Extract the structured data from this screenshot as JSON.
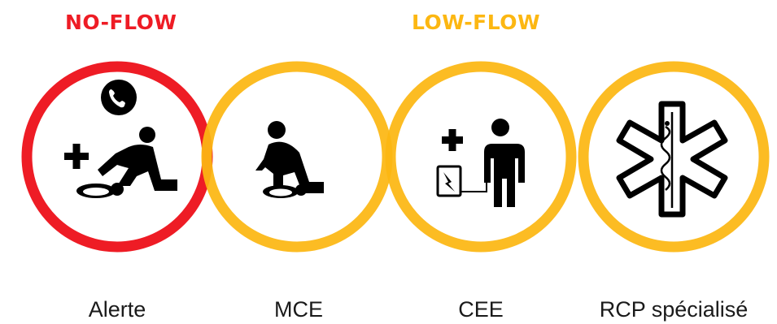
{
  "headings": {
    "no_flow": "NO-FLOW",
    "low_flow": "LOW-FLOW"
  },
  "steps": [
    {
      "label": "Alerte",
      "icon": "phone-cpr-icon",
      "ring_color": "#ee1c25"
    },
    {
      "label": "MCE",
      "icon": "chest-compression-icon",
      "ring_color": "#fcb712"
    },
    {
      "label": "CEE",
      "icon": "defibrillator-icon",
      "ring_color": "#fcb712"
    },
    {
      "label": "RCP spécialisé",
      "icon": "star-of-life-icon",
      "ring_color": "#fcb712"
    }
  ],
  "colors": {
    "no_flow": "#ee1c25",
    "low_flow": "#fcb712",
    "icon": "#000000"
  }
}
